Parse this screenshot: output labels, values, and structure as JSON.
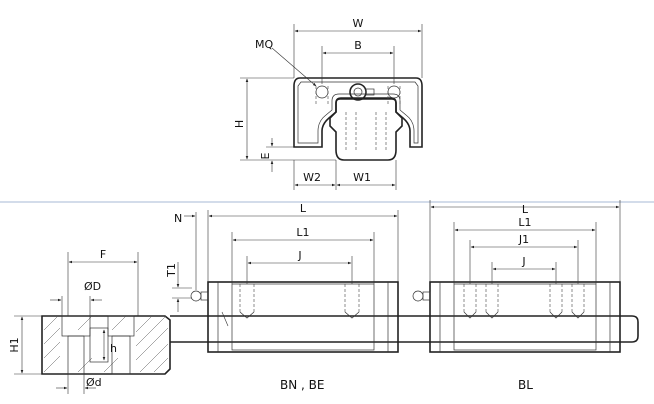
{
  "labels": {
    "mq": "MQ",
    "w": "W",
    "b": "B",
    "h_cap": "H",
    "e": "E",
    "w2": "W2",
    "w1": "W1",
    "n": "N",
    "l_mid": "L",
    "l1_mid": "L1",
    "j_mid": "J",
    "t1": "T1",
    "f": "F",
    "d_big": "ØD",
    "h1": "H1",
    "h_small": "h",
    "d_small": "Ød",
    "l_right": "L",
    "l1_right": "L1",
    "j1_right": "J1",
    "j_right": "J",
    "caption_mid": "BN , BE",
    "caption_right": "BL"
  }
}
